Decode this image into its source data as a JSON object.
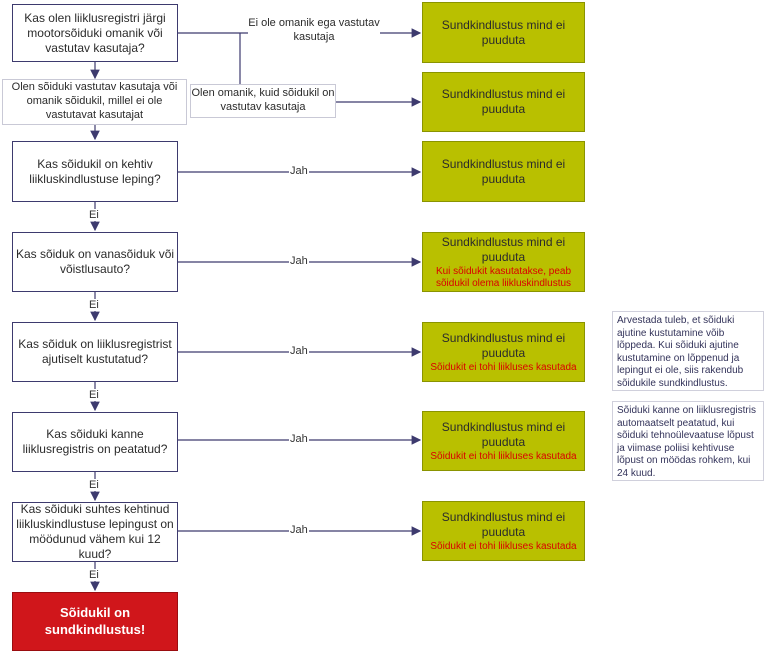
{
  "questions": [
    "Kas olen liiklusregistri järgi mootorsõiduki omanik või vastutav kasutaja?",
    "Kas sõidukil on kehtiv liikluskindlustuse leping?",
    "Kas sõiduk on vanasõiduk või võistlusauto?",
    "Kas sõiduk on liiklusregistrist ajutiselt kustutatud?",
    "Kas sõiduki kanne liiklusregistris on peatatud?",
    "Kas sõiduki suhtes kehtinud liikluskindlustuse lepingust on möödunud vähem kui 12 kuud?"
  ],
  "conditions": {
    "owner_or_user": "Olen sõiduki vastutav kasutaja või omanik sõidukil, millel ei ole vastutavat kasutajat",
    "not_owner": "Ei ole omanik ega vastutav kasutaja",
    "owner_not_user": "Olen omanik, kuid sõidukil on vastutav kasutaja"
  },
  "labels": {
    "yes": "Jah",
    "no": "Ei"
  },
  "results": {
    "main": "Sundkindlustus mind ei puuduta",
    "sub_vintage": "Kui sõidukit kasutatakse, peab sõidukil olema liikluskindlustus",
    "sub_forbidden": "Sõidukit ei tohi liikluses kasutada"
  },
  "final": "Sõidukil on sundkindlustus!",
  "notes": {
    "temp_removed": "Arvestada tuleb, et sõiduki ajutine kustutamine võib lõppeda. Kui sõiduki ajutine kustutamine on lõppenud ja lepingut ei ole, siis rakendub sõidukile sundkindlustus.",
    "suspended": "Sõiduki kanne on liiklusregistris automaatselt peatatud, kui sõiduki tehnoülevaatuse lõpust ja viimase poliisi kehtivuse lõpust on möödas rohkem, kui 24 kuud."
  },
  "colors": {
    "question_border": "#3d3a6e",
    "result_fill": "#b9c000",
    "final_fill": "#d0161b",
    "warning_text": "#d90000"
  }
}
